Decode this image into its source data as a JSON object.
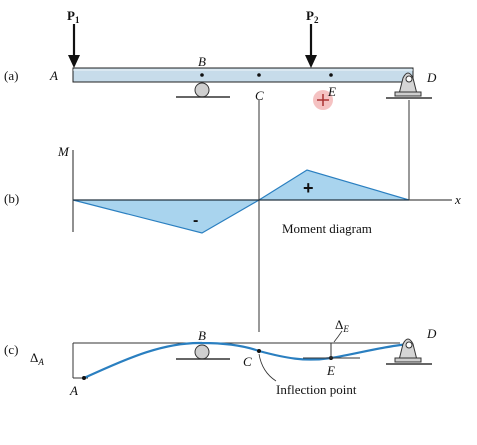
{
  "labels": {
    "part_a": "(a)",
    "part_b": "(b)",
    "part_c": "(c)",
    "A": "A",
    "B": "B",
    "C": "C",
    "D": "D",
    "E": "E",
    "P": "P",
    "sub_1": "1",
    "sub_2": "2",
    "M": "M",
    "x": "x",
    "delta_symbol": "Δ",
    "sub_A": "A",
    "sub_E": "E",
    "plus": "+",
    "minus": "-",
    "moment_caption": "Moment diagram",
    "inflection_caption": "Inflection point"
  },
  "colors": {
    "beam_fill": "#c7dcea",
    "moment_fill": "#a9d4ee",
    "curve": "#2a7fc0",
    "cursor": "#e87878",
    "stroke": "#222222"
  }
}
